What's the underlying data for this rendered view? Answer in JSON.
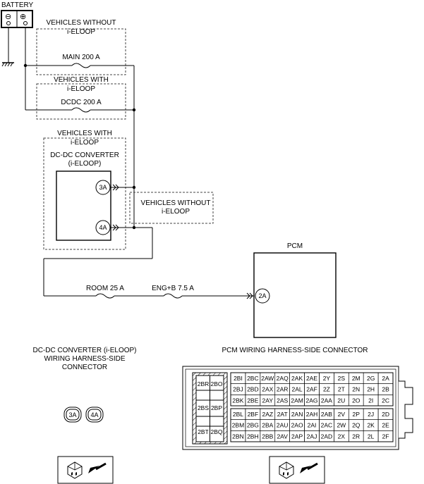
{
  "battery": {
    "label": "BATTERY",
    "neg": "⊖",
    "pos": "⊕"
  },
  "zones": {
    "without_top": [
      "VEHICLES WITHOUT",
      "i-ELOOP"
    ],
    "with_mid": [
      "VEHICLES WITH",
      "i-ELOOP"
    ],
    "with_dcdc": [
      "VEHICLES WITH",
      "i-ELOOP"
    ],
    "without_side": [
      "VEHICLES WITHOUT",
      "i-ELOOP"
    ]
  },
  "fuses": {
    "main": "MAIN 200 A",
    "dcdc": "DCDC 200 A",
    "room": "ROOM 25 A",
    "engb": "ENG+B 7.5 A"
  },
  "dcdc_converter": {
    "title": [
      "DC-DC CONVERTER",
      "(i-ELOOP)"
    ],
    "term_3a": "3A",
    "term_4a": "4A"
  },
  "pcm": {
    "title": "PCM",
    "term": "2A"
  },
  "dcdc_connector": {
    "title": [
      "DC-DC CONVERTER (i-ELOOP)",
      "WIRING HARNESS-SIDE",
      "CONNECTOR"
    ],
    "pins": [
      "3A",
      "4A"
    ]
  },
  "pcm_connector": {
    "title": "PCM WIRING HARNESS-SIDE CONNECTOR",
    "left_pins": [
      "2BR",
      "2BQ",
      "2BS",
      "2BP",
      "2BT",
      "2BO"
    ],
    "upper_rows": [
      [
        "2BI",
        "2BC",
        "2AW",
        "2AQ",
        "2AK",
        "2AE",
        "2Y",
        "2S",
        "2M",
        "2G",
        "2A"
      ],
      [
        "2BJ",
        "2BD",
        "2AX",
        "2AR",
        "2AL",
        "2AF",
        "2Z",
        "2T",
        "2N",
        "2H",
        "2B"
      ],
      [
        "2BK",
        "2BE",
        "2AY",
        "2AS",
        "2AM",
        "2AG",
        "2AA",
        "2U",
        "2O",
        "2I",
        "2C"
      ]
    ],
    "lower_rows": [
      [
        "2BL",
        "2BF",
        "2AZ",
        "2AT",
        "2AN",
        "2AH",
        "2AB",
        "2V",
        "2P",
        "2J",
        "2D"
      ],
      [
        "2BM",
        "2BG",
        "2BA",
        "2AU",
        "2AO",
        "2AI",
        "2AC",
        "2W",
        "2Q",
        "2K",
        "2E"
      ],
      [
        "2BN",
        "2BH",
        "2BB",
        "2AV",
        "2AP",
        "2AJ",
        "2AD",
        "2X",
        "2R",
        "2L",
        "2F"
      ]
    ]
  }
}
